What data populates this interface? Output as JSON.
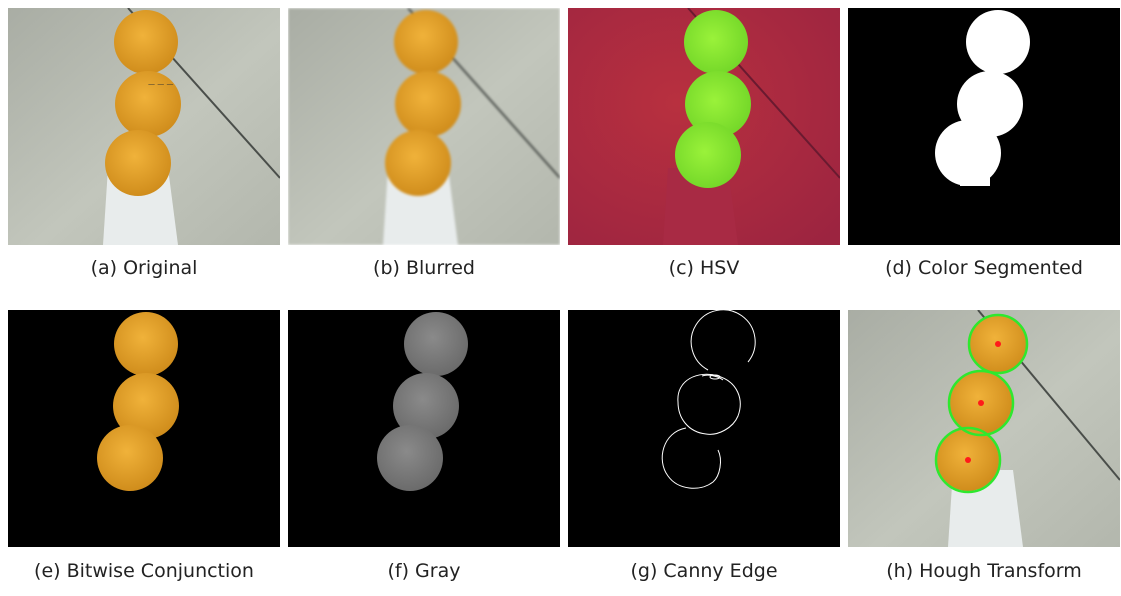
{
  "figure": {
    "captions": [
      "(a) Original",
      "(b) Blurred",
      "(c) HSV",
      "(d) Color Segmented",
      "(e) Bitwise Conjunction",
      "(f) Gray",
      "(g) Canny Edge",
      "(h) Hough Transform"
    ]
  },
  "colors": {
    "ball_orange": "#e3a02a",
    "floor_gray": "#b8bcb2",
    "hsv_background": "#b02a3e",
    "hsv_ball": "#86f02a",
    "mask_white": "#ffffff",
    "gray_ball": "#7d7d7d",
    "hough_circle": "#2ee82e",
    "hough_center": "#ff1a1a"
  },
  "icons": [
    "ping-pong-ball-image",
    "hough-circle-overlay"
  ]
}
